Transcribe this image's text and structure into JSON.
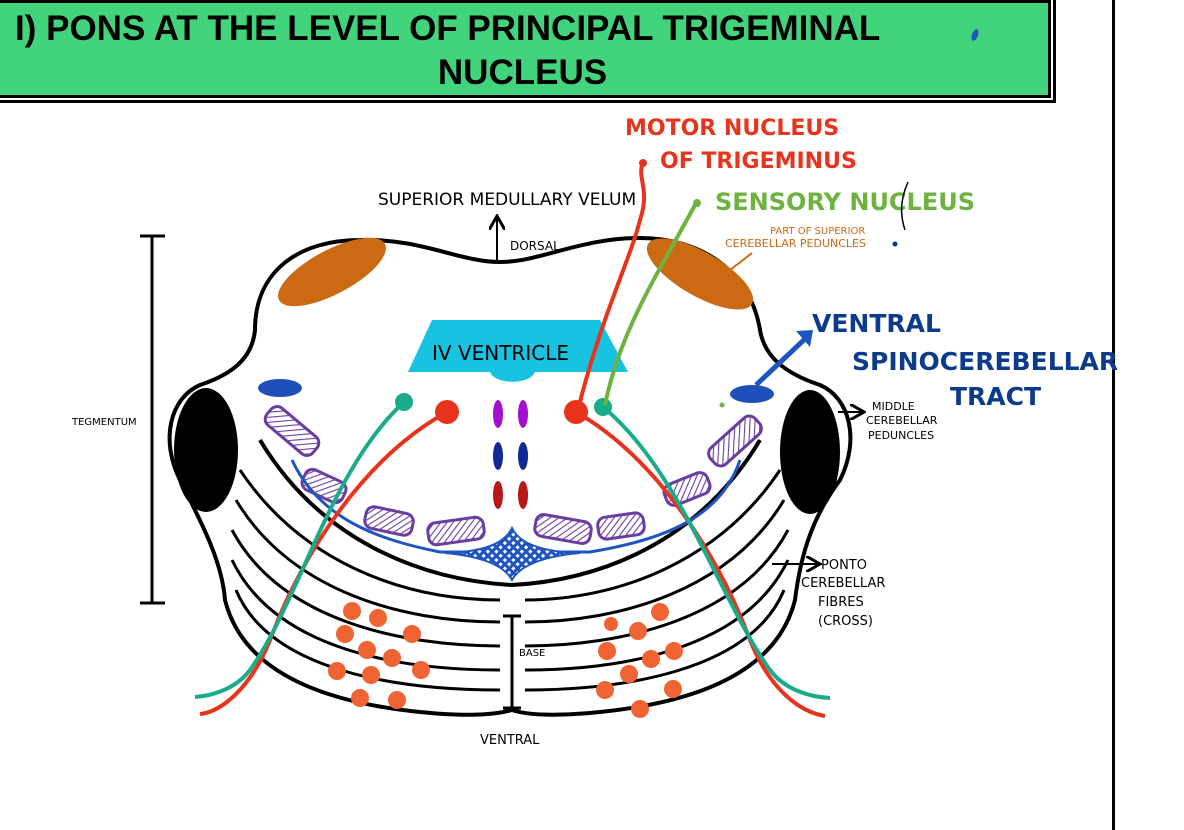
{
  "title": {
    "line1": "I)  PONS AT THE LEVEL OF PRINCIPAL TRIGEMINAL",
    "line2": "NUCLEUS",
    "background_color": "#41d47c"
  },
  "labels": {
    "motor_nucleus_1": "MOTOR NUCLEUS",
    "motor_nucleus_2": "OF TRIGEMINUS",
    "sensory_nucleus": "SENSORY NUCLEUS",
    "superior_medullary_velum": "SUPERIOR MEDULLARY VELUM",
    "dorsal": "DORSAL",
    "superior_cerebellar_1": "PART OF SUPERIOR",
    "superior_cerebellar_2": "CEREBELLAR PEDUNCLES",
    "ventral_spino_1": "VENTRAL",
    "ventral_spino_2": "SPINOCEREBELLAR",
    "ventral_spino_3": "TRACT",
    "fourth_ventricle": "IV  VENTRICLE",
    "tegmentum": "TEGMENTUM",
    "middle_cerebellar_1": "MIDDLE",
    "middle_cerebellar_2": "CEREBELLAR",
    "middle_cerebellar_3": "PEDUNCLES",
    "ponto_1": "PONTO",
    "ponto_2": "CEREBELLAR",
    "ponto_3": "FIBRES",
    "ponto_4": "(CROSS)",
    "base": "BASE",
    "ventral": "VENTRAL"
  },
  "colors": {
    "motor": "#e8341c",
    "sensory": "#6db33f",
    "superior_cerebellar": "#cc6a14",
    "ventral_spino": "#0d3b8c",
    "ventricle": "#17c3e0",
    "lemniscus": "#6a3ea1",
    "teal_tract": "#1aab8a",
    "pontine_nuclei": "#f06434",
    "trapezoid": "#1f55c0"
  }
}
